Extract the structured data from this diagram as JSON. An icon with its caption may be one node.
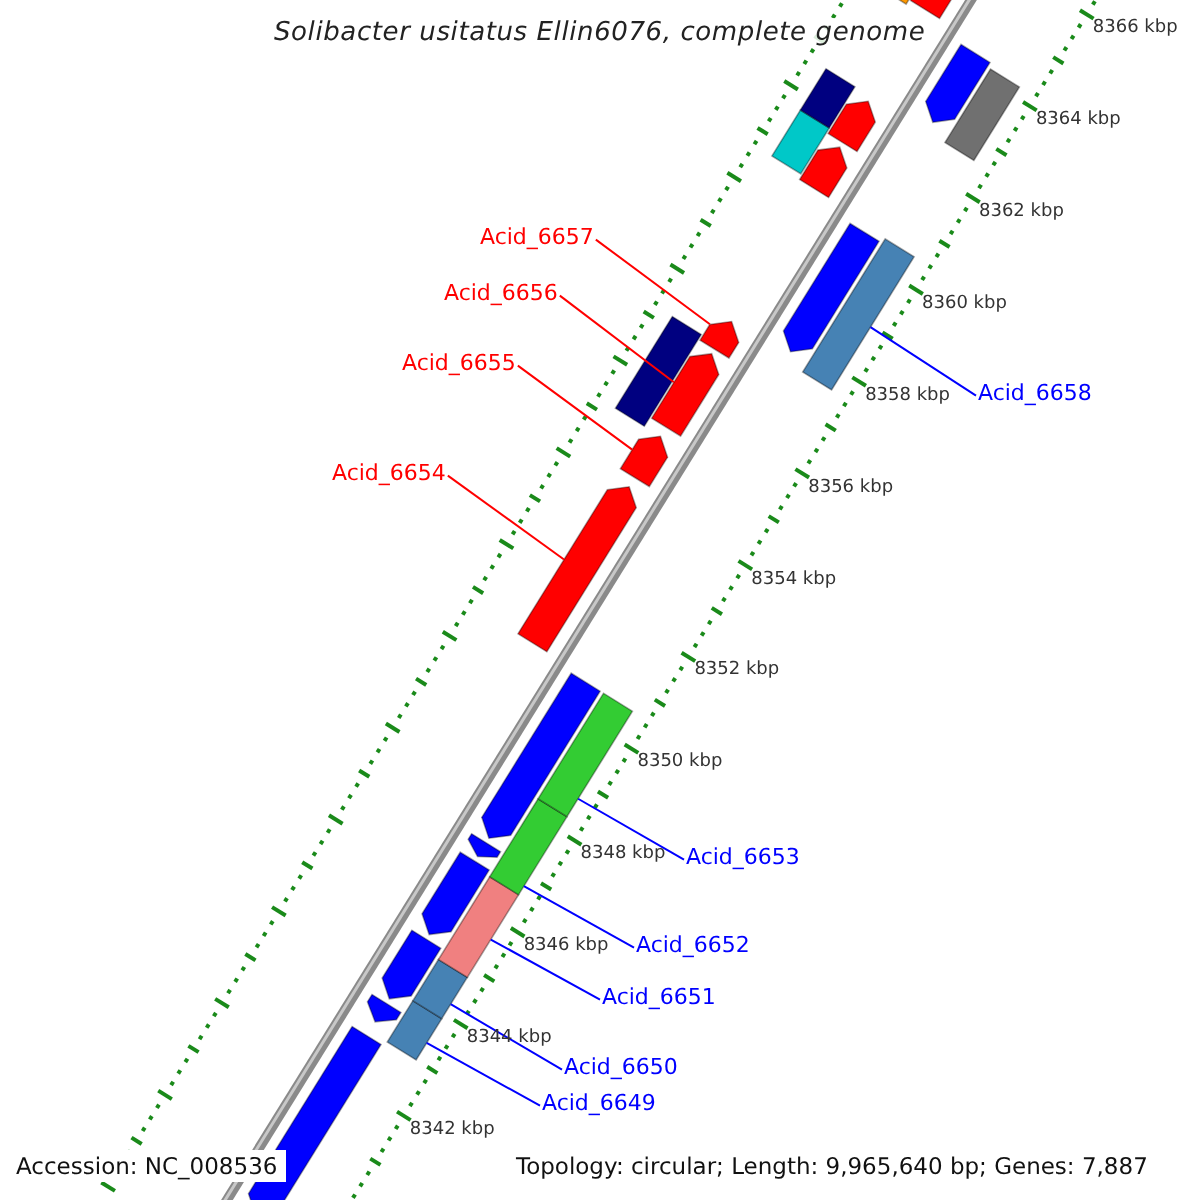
{
  "diagram": {
    "title": "Solibacter usitatus Ellin6076, complete genome",
    "nodes": [
      {
        "text": [
          "Acid_6657"
        ]
      },
      {
        "text": [
          "Acid_6656"
        ]
      },
      {
        "text": [
          "Acid_6655"
        ]
      },
      {
        "text": [
          "Acid_6658"
        ]
      },
      {
        "text": [
          "Acid_6654"
        ]
      },
      {
        "text": [
          "Acid_6653"
        ]
      },
      {
        "text": [
          "Acid_6652"
        ]
      },
      {
        "text": [
          "Acid_6651"
        ]
      },
      {
        "text": [
          "Acid_6650"
        ]
      },
      {
        "text": [
          "Acid_6649"
        ]
      },
      {
        "text": [],
        "shape": "bar"
      },
      {
        "text": [],
        "shape": "arrow"
      },
      {
        "text": [],
        "shape": "arrow"
      },
      {
        "text": [],
        "shape": "arrow"
      },
      {
        "text": [],
        "shape": "arrow"
      },
      {
        "text": [],
        "shape": "bar"
      },
      {
        "text": [],
        "shape": "bar"
      },
      {
        "text": [],
        "shape": "bar"
      },
      {
        "text": [],
        "shape": "bar"
      },
      {
        "text": [],
        "shape": "bar"
      },
      {
        "text": [],
        "shape": "bar"
      },
      {
        "text": [],
        "shape": "arrow"
      },
      {
        "text": [],
        "shape": "arrow"
      },
      {
        "text": [],
        "shape": "bar"
      },
      {
        "text": [],
        "shape": "bar"
      },
      {
        "text": [],
        "shape": "arrow"
      },
      {
        "text": [],
        "shape": "bar"
      },
      {
        "text": [],
        "shape": "arrow"
      },
      {
        "text": [],
        "shape": "arrow"
      },
      {
        "text": [],
        "shape": "bar"
      },
      {
        "text": [],
        "shape": "arrow"
      },
      {
        "text": [],
        "shape": "arrow"
      },
      {
        "text": [],
        "shape": "arrow"
      },
      {
        "text": [],
        "shape": "arrow"
      },
      {
        "text": [],
        "shape": "arrow"
      },
      {
        "text": [],
        "shape": "arrow"
      }
    ],
    "edges": [
      {
        "from": 0,
        "to": 11,
        "arrow": "none",
        "color": "#ff0000"
      },
      {
        "from": 1,
        "to": 12,
        "arrow": "none",
        "color": "#ff0000"
      },
      {
        "from": 2,
        "to": 13,
        "arrow": "none",
        "color": "#ff0000"
      },
      {
        "from": 3,
        "to": 10,
        "arrow": "none"
      },
      {
        "from": 4,
        "to": 14,
        "arrow": "none",
        "color": "#ff0000"
      },
      {
        "from": 5,
        "to": 15,
        "arrow": "none"
      },
      {
        "from": 6,
        "to": 16,
        "arrow": "none"
      },
      {
        "from": 7,
        "to": 17,
        "arrow": "none"
      },
      {
        "from": 8,
        "to": 18,
        "arrow": "none"
      },
      {
        "from": 9,
        "to": 19,
        "arrow": "none"
      }
    ],
    "labels": [
      "8366 kbp",
      "8364 kbp",
      "8362 kbp",
      "8360 kbp",
      "8358 kbp",
      "8356 kbp",
      "8354 kbp",
      "8352 kbp",
      "8350 kbp",
      "8348 kbp",
      "8346 kbp",
      "8344 kbp",
      "8342 kbp",
      "Accession: NC_008536",
      "Topology: circular; Length: 9,965,640 bp; Genes: 7,887"
    ]
  }
}
